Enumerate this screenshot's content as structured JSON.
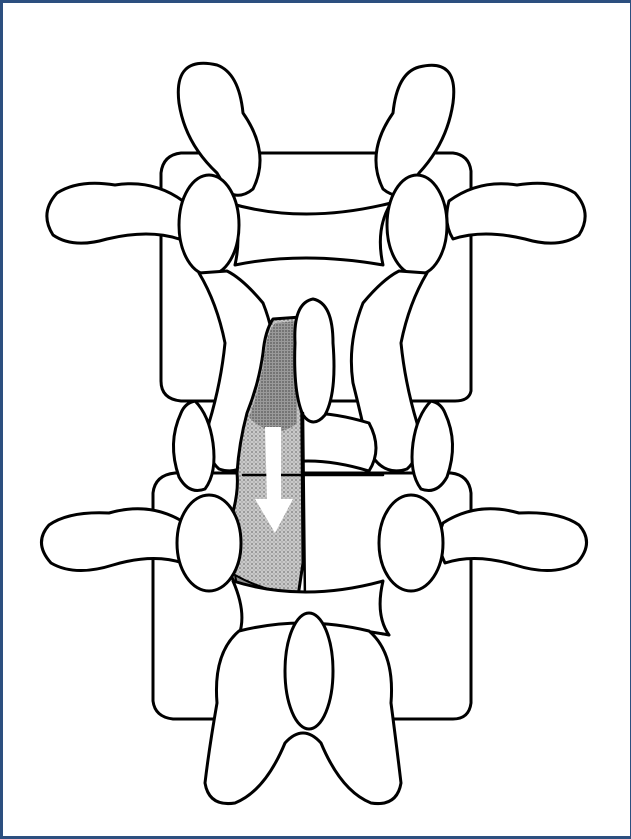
{
  "figure": {
    "colors": {
      "frame": "#2c4f7f",
      "line": "#000000",
      "background": "#ffffff",
      "shade_dark": "#8c8c8c",
      "shade_light": "#cfcfcf",
      "arrow": "#ffffff"
    },
    "structures": [
      "upper-vertebral-body",
      "lower-vertebral-body",
      "upper-spinous-process",
      "lower-spinous-process",
      "transverse-processes",
      "facet-joints",
      "shaded-region",
      "downward-arrow"
    ]
  }
}
